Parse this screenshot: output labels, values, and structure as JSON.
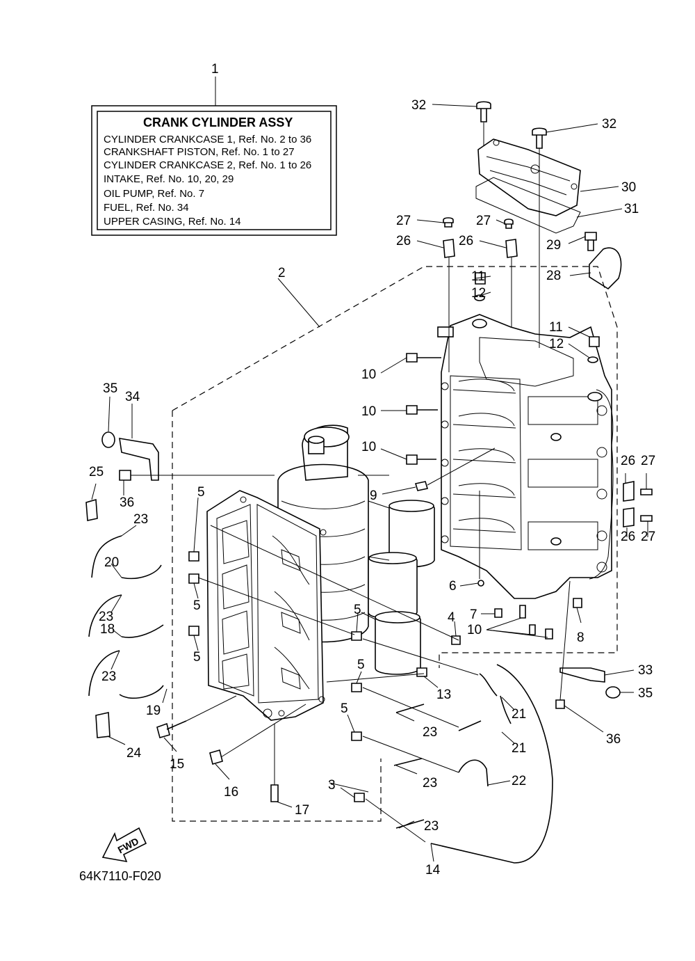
{
  "title_box": {
    "ref": "1",
    "heading": "CRANK CYLINDER ASSY",
    "lines": [
      "CYLINDER CRANKCASE 1,  Ref. No. 2 to 36",
      "CRANKSHAFT PISTON,  Ref. No. 1 to 27",
      "CYLINDER CRANKCASE 2,  Ref. No. 1 to 26",
      "INTAKE,  Ref. No. 10, 20, 29",
      "OIL PUMP,  Ref. No. 7",
      "FUEL,  Ref. No. 34",
      "UPPER  CASING,  Ref. No. 14"
    ]
  },
  "diagram_code": "64K7110-F020",
  "fwd_label": "FWD",
  "callouts": [
    {
      "id": "c2",
      "text": "2"
    },
    {
      "id": "c3",
      "text": "3"
    },
    {
      "id": "c4",
      "text": "4"
    },
    {
      "id": "c5a",
      "text": "5"
    },
    {
      "id": "c5b",
      "text": "5"
    },
    {
      "id": "c5c",
      "text": "5"
    },
    {
      "id": "c5d",
      "text": "5"
    },
    {
      "id": "c5e",
      "text": "5"
    },
    {
      "id": "c5f",
      "text": "5"
    },
    {
      "id": "c6",
      "text": "6"
    },
    {
      "id": "c7",
      "text": "7"
    },
    {
      "id": "c8",
      "text": "8"
    },
    {
      "id": "c9",
      "text": "9"
    },
    {
      "id": "c10a",
      "text": "10"
    },
    {
      "id": "c10b",
      "text": "10"
    },
    {
      "id": "c10c",
      "text": "10"
    },
    {
      "id": "c10d",
      "text": "10"
    },
    {
      "id": "c11a",
      "text": "11"
    },
    {
      "id": "c11b",
      "text": "11"
    },
    {
      "id": "c12a",
      "text": "12"
    },
    {
      "id": "c12b",
      "text": "12"
    },
    {
      "id": "c13",
      "text": "13"
    },
    {
      "id": "c14",
      "text": "14"
    },
    {
      "id": "c15",
      "text": "15"
    },
    {
      "id": "c16",
      "text": "16"
    },
    {
      "id": "c17",
      "text": "17"
    },
    {
      "id": "c18",
      "text": "18"
    },
    {
      "id": "c19",
      "text": "19"
    },
    {
      "id": "c20",
      "text": "20"
    },
    {
      "id": "c21a",
      "text": "21"
    },
    {
      "id": "c21b",
      "text": "21"
    },
    {
      "id": "c22",
      "text": "22"
    },
    {
      "id": "c23a",
      "text": "23"
    },
    {
      "id": "c23b",
      "text": "23"
    },
    {
      "id": "c23c",
      "text": "23"
    },
    {
      "id": "c23d",
      "text": "23"
    },
    {
      "id": "c23e",
      "text": "23"
    },
    {
      "id": "c23f",
      "text": "23"
    },
    {
      "id": "c24",
      "text": "24"
    },
    {
      "id": "c25",
      "text": "25"
    },
    {
      "id": "c26a",
      "text": "26"
    },
    {
      "id": "c26b",
      "text": "26"
    },
    {
      "id": "c26c",
      "text": "26"
    },
    {
      "id": "c26d",
      "text": "26"
    },
    {
      "id": "c27a",
      "text": "27"
    },
    {
      "id": "c27b",
      "text": "27"
    },
    {
      "id": "c27c",
      "text": "27"
    },
    {
      "id": "c27d",
      "text": "27"
    },
    {
      "id": "c28",
      "text": "28"
    },
    {
      "id": "c29",
      "text": "29"
    },
    {
      "id": "c30",
      "text": "30"
    },
    {
      "id": "c31",
      "text": "31"
    },
    {
      "id": "c32a",
      "text": "32"
    },
    {
      "id": "c32b",
      "text": "32"
    },
    {
      "id": "c33",
      "text": "33"
    },
    {
      "id": "c34",
      "text": "34"
    },
    {
      "id": "c35a",
      "text": "35"
    },
    {
      "id": "c35b",
      "text": "35"
    },
    {
      "id": "c36a",
      "text": "36"
    },
    {
      "id": "c36b",
      "text": "36"
    }
  ]
}
